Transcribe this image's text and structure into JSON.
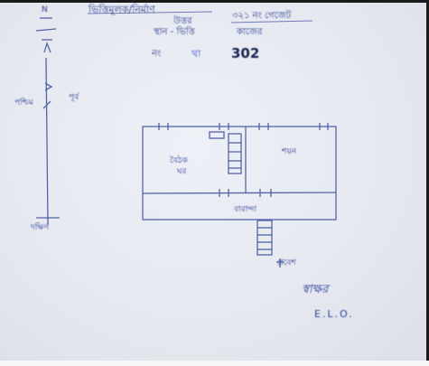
{
  "header": {
    "line1": "ভিত্তিমূলক/নির্মাণ",
    "line2": "উত্তর",
    "line2_value": "৩২১ নং গেজেট",
    "line3": "স্থান - ভিত্তি",
    "line4_value": "কাজের",
    "label_no": "নং",
    "number": "302"
  },
  "compass": {
    "north_label": "N",
    "left_label": "পশ্চিম",
    "right_label": "পূর্ব",
    "bottom_label": "দক্ষিণ"
  },
  "plan": {
    "room_left": "বৈঠক",
    "room_left_sub": "ঘর",
    "room_right": "শয়ন",
    "veranda": "বারান্দা",
    "entrance": "প্রবেশ"
  },
  "signature": {
    "text": "স্বাক্ষর",
    "title": "E.L.O."
  }
}
